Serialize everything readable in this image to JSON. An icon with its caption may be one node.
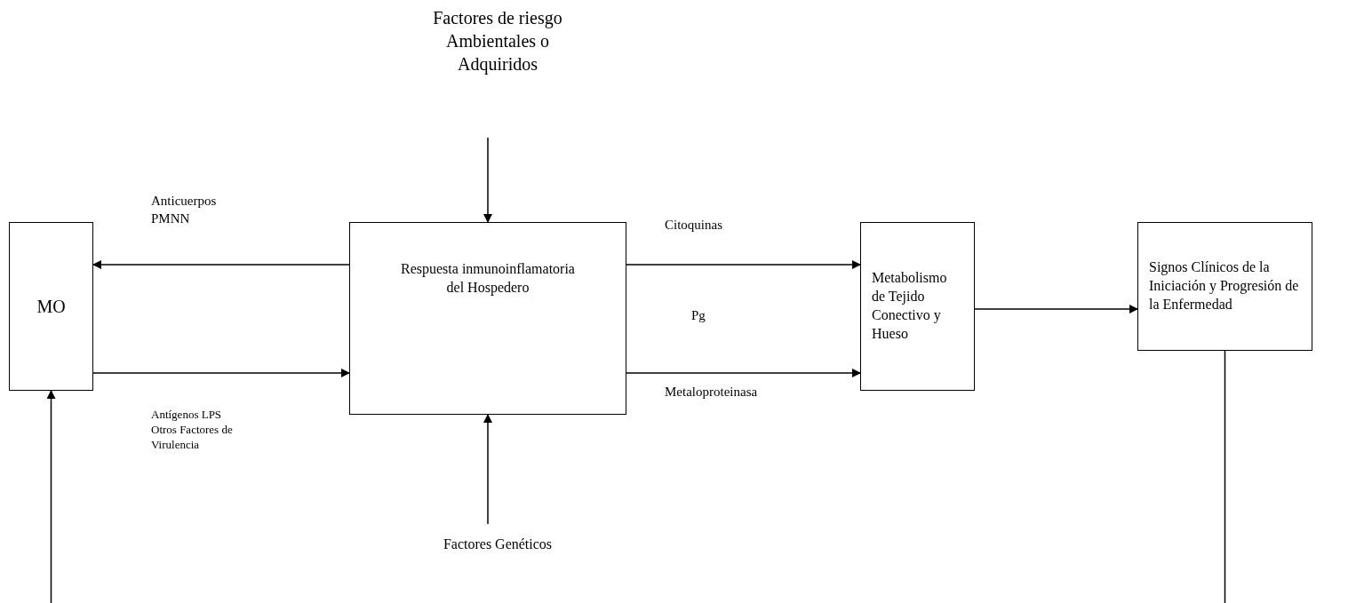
{
  "diagram": {
    "nodes": [
      {
        "text": [
          "Factores de riesgo Ambientales o Adquiridos"
        ]
      },
      {
        "text": [
          "MO"
        ]
      },
      {
        "text": [
          "Respuesta inmunoinflamatoria del Hospedero"
        ]
      },
      {
        "text": [
          "Metabolismo de Tejido Conectivo y Hueso"
        ]
      },
      {
        "text": [
          "Signos Clínicos de la Iniciación y Progresión de la Enfermedad"
        ]
      },
      {
        "text": [
          "Factores Genéticos"
        ]
      }
    ],
    "edges": [
      {
        "from": 0,
        "to": 2,
        "arrow": "to"
      },
      {
        "from": 2,
        "to": 1,
        "arrow": "to",
        "label": "Anticuerpos PMNN"
      },
      {
        "from": 1,
        "to": 2,
        "arrow": "to",
        "label": "Antígenos LPS Otros Factores de Virulencia"
      },
      {
        "from": 2,
        "to": 3,
        "arrow": "to",
        "label": "Citoquinas"
      },
      {
        "from": 2,
        "to": 3,
        "arrow": "to",
        "label": "Metaloproteinasa"
      },
      {
        "from": 3,
        "to": 4,
        "arrow": "to"
      },
      {
        "from": 5,
        "to": 2,
        "arrow": "to"
      },
      {
        "from": 4,
        "to": null,
        "arrow": "none"
      },
      {
        "from": null,
        "to": 1,
        "arrow": "to"
      }
    ],
    "labels": [
      "Pg"
    ]
  }
}
